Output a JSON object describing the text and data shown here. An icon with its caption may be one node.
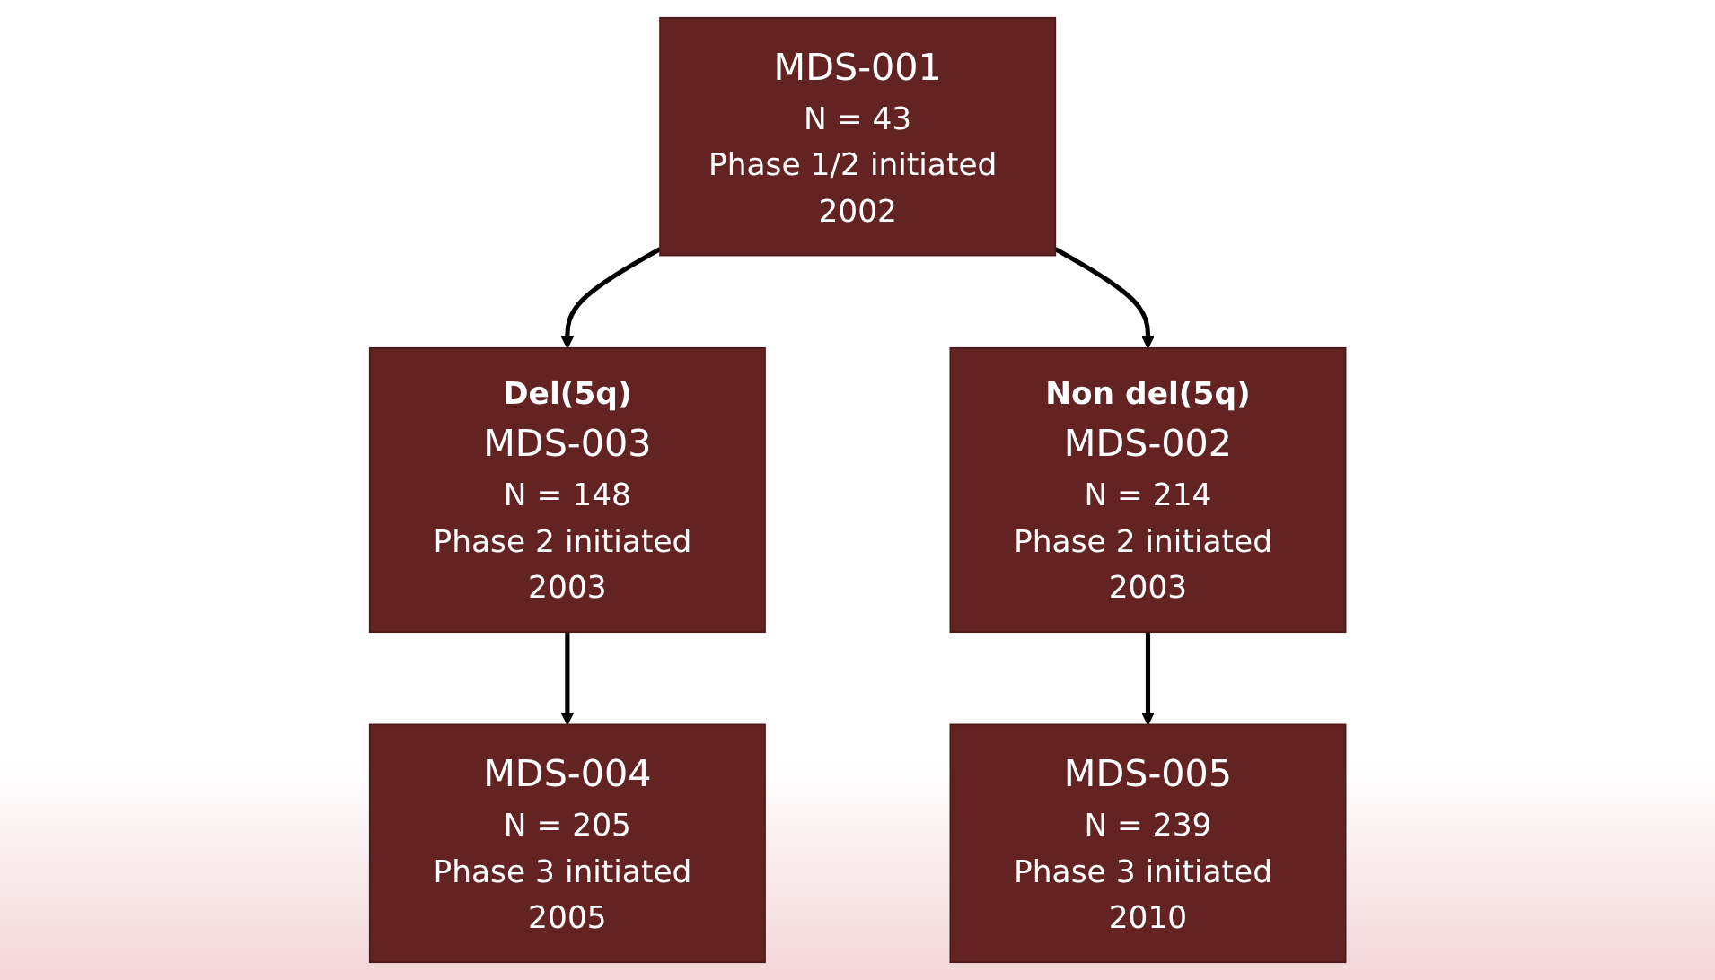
{
  "diagram": {
    "nodes": [
      {
        "text": [
          "MDS-001",
          "N = 43",
          "Phase 1/2 initiated 2002"
        ]
      },
      {
        "text": [
          "Del(5q)",
          "MDS-003",
          "N = 148",
          "Phase 2 initiated 2003"
        ]
      },
      {
        "text": [
          "Non del(5q)",
          "MDS-002",
          "N = 214",
          "Phase 2 initiated 2003"
        ]
      },
      {
        "text": [
          "MDS-004",
          "N = 205",
          "Phase 3 initiated 2005"
        ]
      },
      {
        "text": [
          "MDS-005",
          "N = 239",
          "Phase 3 initiated 2010"
        ]
      }
    ],
    "edges": [
      {
        "from": 0,
        "to": 1,
        "arrow": "to"
      },
      {
        "from": 0,
        "to": 2,
        "arrow": "to"
      },
      {
        "from": 1,
        "to": 3,
        "arrow": "to"
      },
      {
        "from": 2,
        "to": 4,
        "arrow": "to"
      }
    ]
  }
}
